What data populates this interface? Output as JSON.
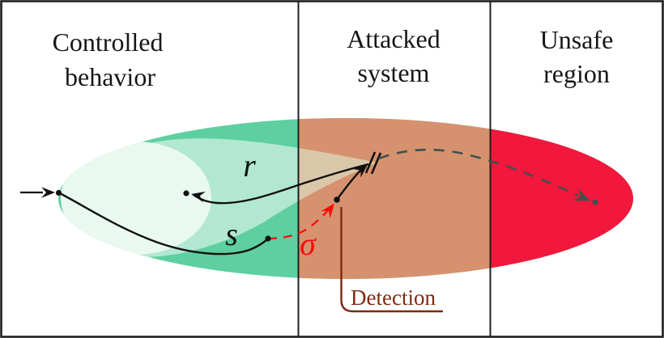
{
  "figure": {
    "panels": [
      {
        "id": "controlled",
        "title_line1": "Controlled",
        "title_line2": "behavior"
      },
      {
        "id": "attacked",
        "title_line1": "Attacked",
        "title_line2": "system"
      },
      {
        "id": "unsafe",
        "title_line1": "Unsafe",
        "title_line2": "region"
      }
    ],
    "trajectory_labels": {
      "reference": "r",
      "stealthy": "s",
      "sigma": "σ"
    },
    "annotations": {
      "detection": "Detection"
    },
    "colors": {
      "text": "#161616",
      "border": "#1f1f1f",
      "divider": "#1f1f1f",
      "safe_green": "#5ecfa0",
      "funnel_green": "#b2e8d1",
      "core_green": "#e9f9f0",
      "attacked_overlay": "#d6926e",
      "attacked_over_funnel": "#dac7a9",
      "unsafe_red": "#f2173c",
      "trajectory_black": "#111111",
      "escape_dash_gray": "#41504f",
      "sigma_red": "#f90b0b",
      "detection_maroon": "#7e2a12"
    }
  }
}
